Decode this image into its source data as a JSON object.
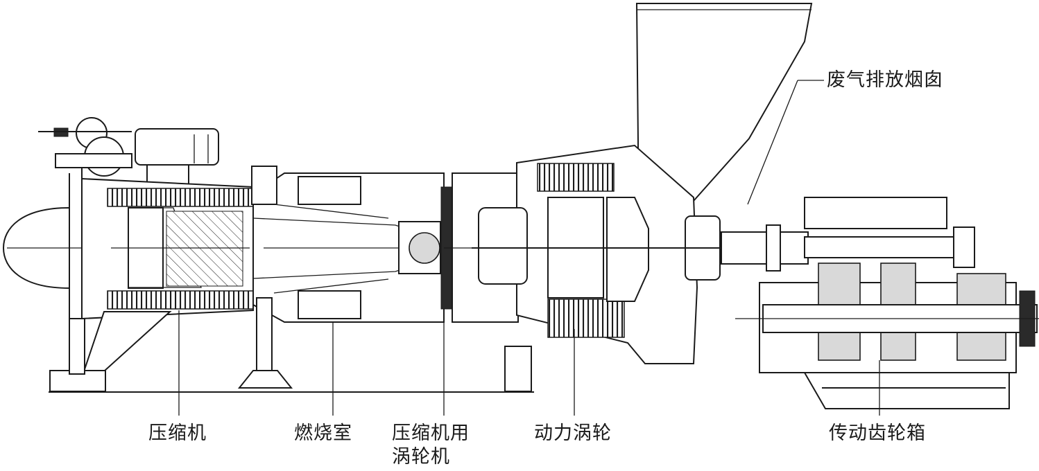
{
  "labels": {
    "exhaust_stack": "废气排放烟囱",
    "compressor": "压缩机",
    "combustor": "燃烧室",
    "compressor_turbine_line1": "压缩机用",
    "compressor_turbine_line2": "涡轮机",
    "power_turbine": "动力涡轮",
    "gearbox": "传动齿轮箱"
  }
}
